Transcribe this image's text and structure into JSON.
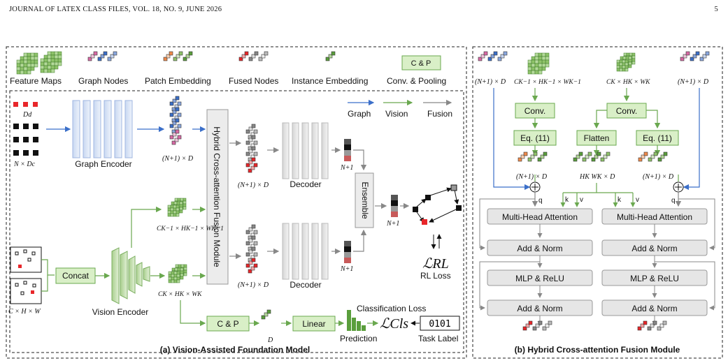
{
  "header": {
    "left": "JOURNAL OF LATEX CLASS FILES, VOL. 18, NO. 9, JUNE 2026",
    "page_number": "5"
  },
  "legend": {
    "feature_maps": "Feature Maps",
    "graph_nodes": "Graph Nodes",
    "patch_embedding": "Patch Embedding",
    "fused_nodes": "Fused Nodes",
    "instance_embedding": "Instance Embedding",
    "cp_box": "C & P",
    "conv_pooling": "Conv. & Pooling"
  },
  "panel_a": {
    "caption": "(a) Vision-Assisted Foundation Model",
    "graph_encoder": "Graph Encoder",
    "vision_encoder": "Vision Encoder",
    "concat": "Concat",
    "hcf_module": "Hybrid Cross-attention Fusion Module",
    "decoder_top": "Decoder",
    "decoder_bottom": "Decoder",
    "ensemble": "Ensemble",
    "cp": "C & P",
    "linear": "Linear",
    "prediction": "Prediction",
    "classification_loss": "Classification Loss",
    "task_label": "Task Label",
    "task_label_value": "0101",
    "rl_loss": "RL Loss",
    "l_rl": "ℒRL",
    "l_cls": "ℒCls",
    "flow_graph": "Graph",
    "flow_vision": "Vision",
    "flow_fusion": "Fusion",
    "sym_dd": "Dd",
    "sym_ndc": "N × Dc",
    "sym_n1d_a": "(N+1) × D",
    "sym_n1d_b": "(N+1) × D",
    "sym_n1d_c": "(N+1) × D",
    "sym_n1_a": "N+1",
    "sym_n1_b": "N+1",
    "sym_n1_c": "N+1",
    "sym_chw": "C × H × W",
    "sym_ck1": "CK−1 × HK−1 × WK−1",
    "sym_ck": "CK × HK × WK",
    "sym_d": "D"
  },
  "panel_b": {
    "caption": "(b) Hybrid Cross-attention Fusion Module",
    "conv1": "Conv.",
    "conv2": "Conv.",
    "eq11_a": "Eq. (11)",
    "eq11_b": "Eq. (11)",
    "flatten": "Flatten",
    "mha_left": "Multi-Head Attention",
    "mha_right": "Multi-Head Attention",
    "addnorm1": "Add & Norm",
    "addnorm2": "Add & Norm",
    "addnorm3": "Add & Norm",
    "addnorm4": "Add & Norm",
    "mlp_left": "MLP & ReLU",
    "mlp_right": "MLP & ReLU",
    "sym_n1d_l": "(N+1) × D",
    "sym_n1d_r": "(N+1) × D",
    "sym_ck1": "CK−1 × HK−1 × WK−1",
    "sym_ck": "CK × HK × WK",
    "sym_n1d_mid_l": "(N+1) × D",
    "sym_hkwkd": "HK WK × D",
    "sym_n1d_mid_r": "(N+1) × D",
    "q": "q",
    "k": "k",
    "v": "v"
  },
  "colors": {
    "graph_blue": "#3b6fc9",
    "vision_green": "#6aa84f",
    "fusion_gray": "#999999",
    "box_green_fill": "#d9efc7",
    "box_gray_fill": "#e6e6e6",
    "red": "#e8262a"
  }
}
